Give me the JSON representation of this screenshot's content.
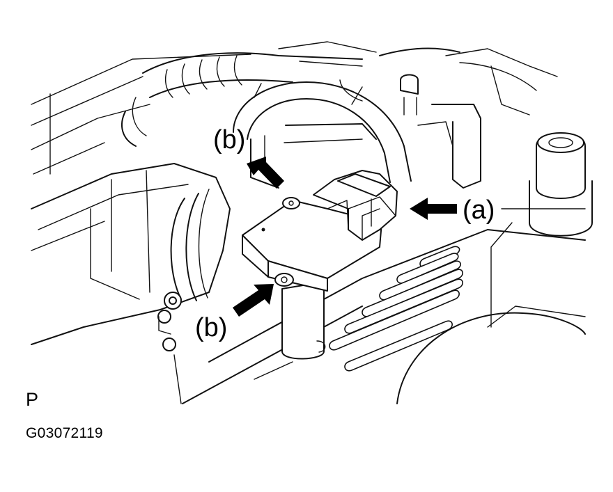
{
  "figure": {
    "callouts": {
      "a": "(a)",
      "b_upper": "(b)",
      "b_lower": "(b)"
    },
    "corner_tag": "P",
    "figure_id": "G03072119"
  }
}
